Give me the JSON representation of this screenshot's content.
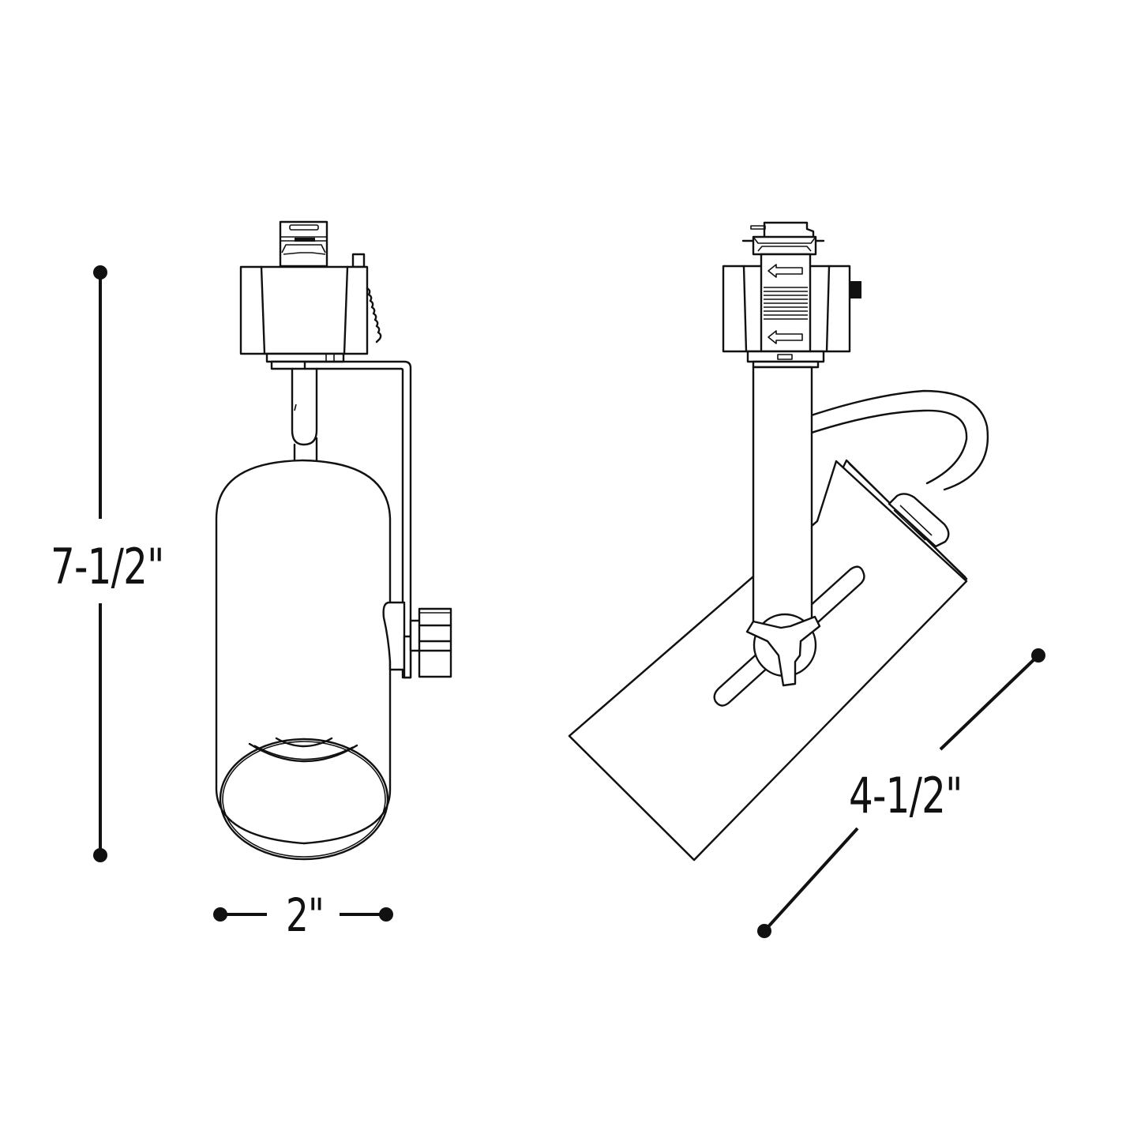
{
  "diagram": {
    "type": "product-dimension-drawing",
    "subject": "track light fixture",
    "colors": {
      "line": "#111111",
      "background": "#ffffff"
    },
    "views": [
      {
        "name": "front-view",
        "description": "cylindrical track head with adapter on top, knob on right"
      },
      {
        "name": "side-view",
        "description": "angled cylinder body on stem with adjustable slot and cord"
      }
    ],
    "dimensions": {
      "height": {
        "label": "7-1/2\"",
        "orientation": "vertical"
      },
      "width": {
        "label": "2\"",
        "orientation": "horizontal"
      },
      "length": {
        "label": "4-1/2\"",
        "orientation": "diagonal"
      }
    }
  }
}
